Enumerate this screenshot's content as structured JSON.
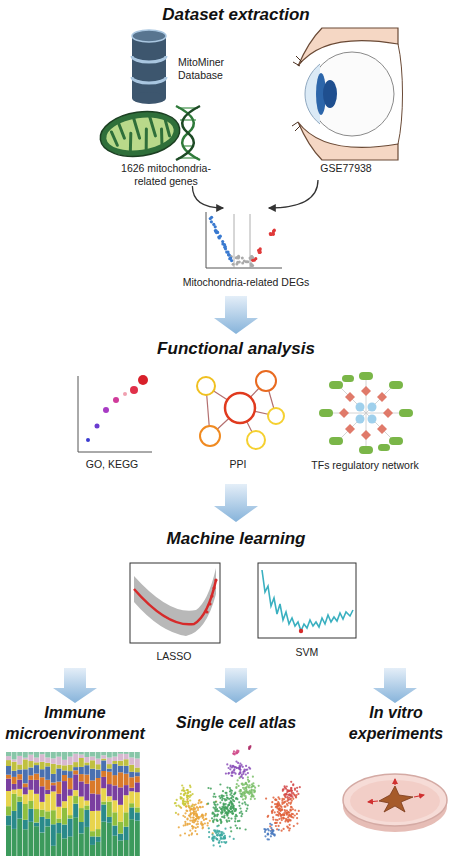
{
  "diagram": {
    "nodes": [
      {
        "text": [
          "MitoMiner Database",
          "1626 mitochondria-related genes"
        ]
      },
      {
        "text": [
          "GSE77938"
        ]
      },
      {
        "text": [
          "Mitochondria-related DEGs"
        ]
      },
      {
        "text": [
          "GO, KEGG"
        ]
      },
      {
        "text": [
          "PPI"
        ]
      },
      {
        "text": [
          "TFs regulatory network"
        ]
      },
      {
        "text": [
          "LASSO"
        ]
      },
      {
        "text": [
          "SVM"
        ]
      },
      {
        "text": [
          "Immune microenvironment"
        ]
      },
      {
        "text": [
          "Single cell atlas"
        ]
      },
      {
        "text": [
          "In vitro experiments"
        ]
      }
    ],
    "edges": [
      {
        "from": 0,
        "to": 2,
        "arrow": "to"
      },
      {
        "from": 1,
        "to": 2,
        "arrow": "to"
      }
    ],
    "labels": [
      "Dataset extraction",
      "Functional analysis",
      "Machine learning"
    ]
  }
}
